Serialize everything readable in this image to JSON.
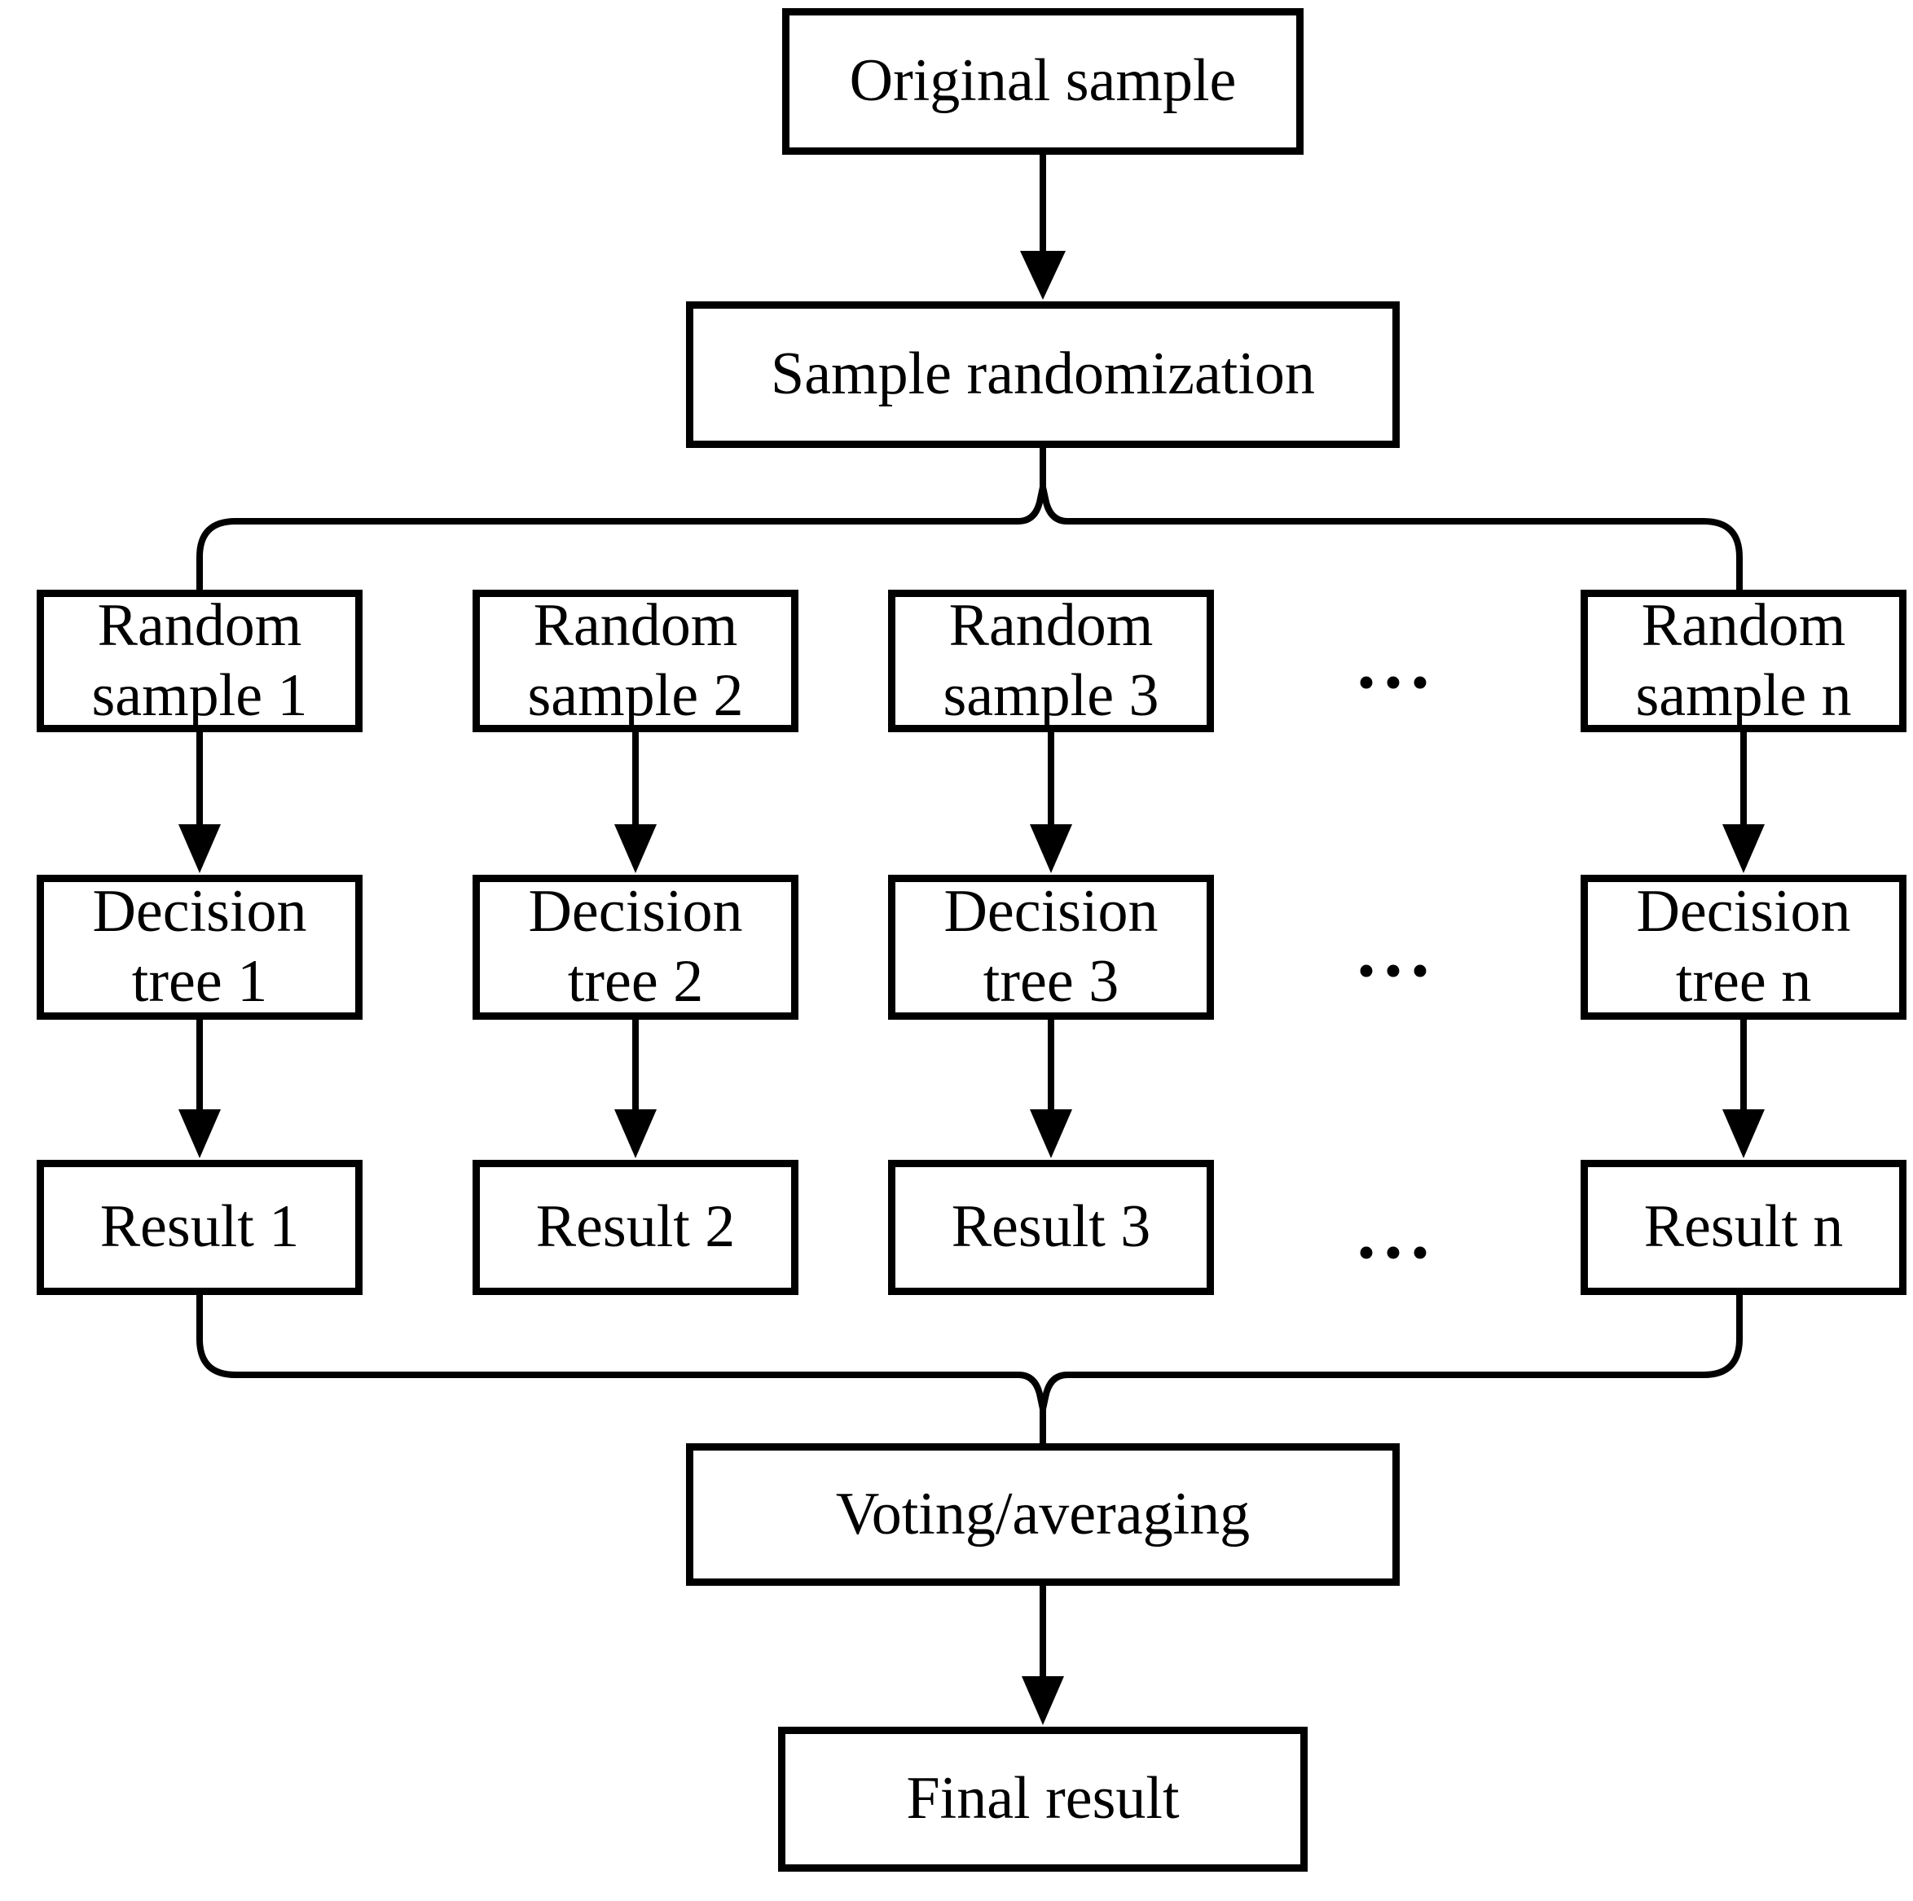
{
  "diagram": {
    "type": "flowchart",
    "background_color": "#ffffff",
    "line_color": "#000000",
    "nodes": {
      "original_sample": "Original sample",
      "sample_randomization": "Sample randomization",
      "voting_averaging": "Voting/averaging",
      "final_result": "Final result"
    },
    "columns": [
      {
        "random_sample": "Random sample 1",
        "decision_tree": "Decision tree 1",
        "result": "Result 1"
      },
      {
        "random_sample": "Random sample 2",
        "decision_tree": "Decision tree 2",
        "result": "Result 2"
      },
      {
        "random_sample": "Random sample 3",
        "decision_tree": "Decision tree 3",
        "result": "Result 3"
      },
      {
        "random_sample": "Random sample n",
        "decision_tree": "Decision tree n",
        "result": "Result n"
      }
    ],
    "ellipsis": "..."
  }
}
